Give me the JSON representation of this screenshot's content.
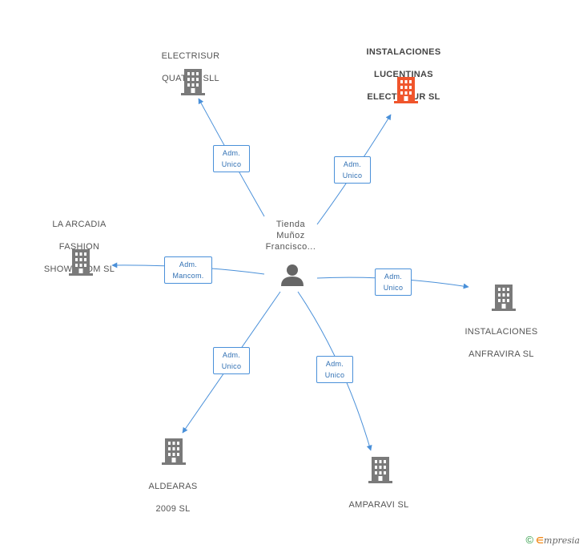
{
  "center": {
    "name_lines": [
      "Tienda",
      "Muñoz",
      "Francisco..."
    ],
    "icon": "person-icon"
  },
  "nodes": [
    {
      "id": "electrisur-quatro",
      "lines": [
        "ELECTRISUR",
        "QUATRO SLL"
      ],
      "role": [
        "Adm.",
        "Unico"
      ],
      "highlight": false
    },
    {
      "id": "instalaciones-lucentinas",
      "lines": [
        "INSTALACIONES",
        "LUCENTINAS",
        "ELECTRISUR SL"
      ],
      "role": [
        "Adm.",
        "Unico"
      ],
      "highlight": true
    },
    {
      "id": "la-arcadia",
      "lines": [
        "LA ARCADIA",
        "FASHION",
        "SHOWROOM SL"
      ],
      "role": [
        "Adm.",
        "Mancom."
      ],
      "highlight": false
    },
    {
      "id": "instalaciones-anfravira",
      "lines": [
        "INSTALACIONES",
        "ANFRAVIRA SL"
      ],
      "role": [
        "Adm.",
        "Unico"
      ],
      "highlight": false
    },
    {
      "id": "aldearas",
      "lines": [
        "ALDEARAS",
        "2009 SL"
      ],
      "role": [
        "Adm.",
        "Unico"
      ],
      "highlight": false
    },
    {
      "id": "amparavi",
      "lines": [
        "AMPARAVI SL"
      ],
      "role": [
        "Adm.",
        "Unico"
      ],
      "highlight": false
    }
  ],
  "colors": {
    "edge": "#4a90d9",
    "building": "#7a7a7a",
    "building_highlight": "#f0552c",
    "person": "#666666"
  },
  "footer": {
    "copyright_symbol": "©",
    "brand_initial": "∈",
    "brand_rest": "mpresia"
  }
}
